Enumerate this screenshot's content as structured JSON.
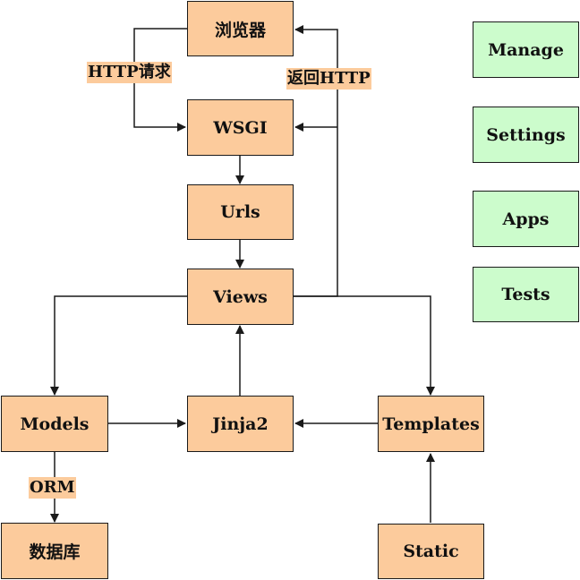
{
  "nodes": {
    "browser": "浏览器",
    "wsgi": "WSGI",
    "urls": "Urls",
    "views": "Views",
    "models": "Models",
    "jinja2": "Jinja2",
    "templates": "Templates",
    "database": "数据库",
    "static": "Static"
  },
  "side_panel": {
    "manage": "Manage",
    "settings": "Settings",
    "apps": "Apps",
    "tests": "Tests"
  },
  "edge_labels": {
    "http_request": "HTTP请求",
    "return_http": "返回HTTP",
    "orm": "ORM"
  },
  "colors": {
    "flow_node_fill": "#fccb9c",
    "side_node_fill": "#ccfccc",
    "stroke": "#1a1a1a"
  }
}
